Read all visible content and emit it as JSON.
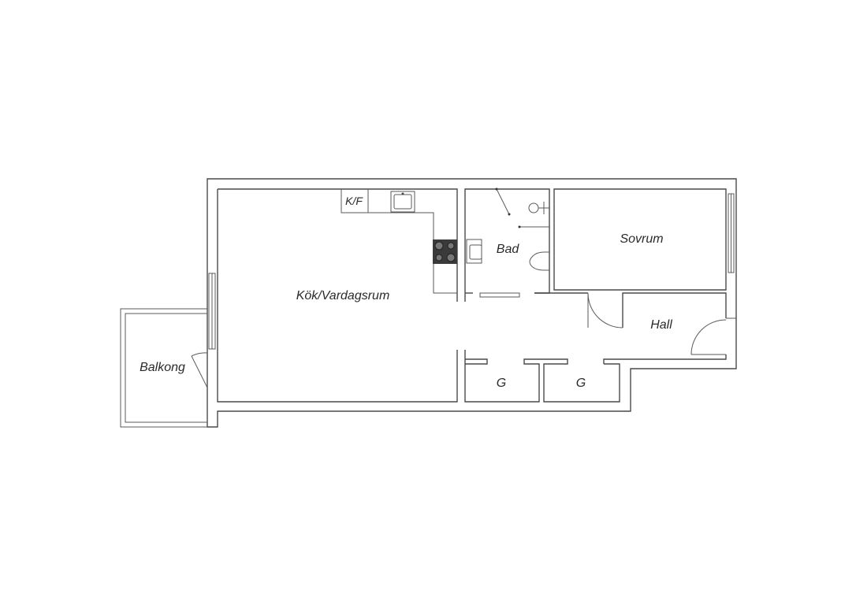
{
  "rooms": {
    "kok_vardagsrum": "Kök/Vardagsrum",
    "kf": "K/F",
    "bad": "Bad",
    "sovrum": "Sovrum",
    "hall": "Hall",
    "balkong": "Balkong",
    "garderob_1": "G",
    "garderob_2": "G"
  }
}
